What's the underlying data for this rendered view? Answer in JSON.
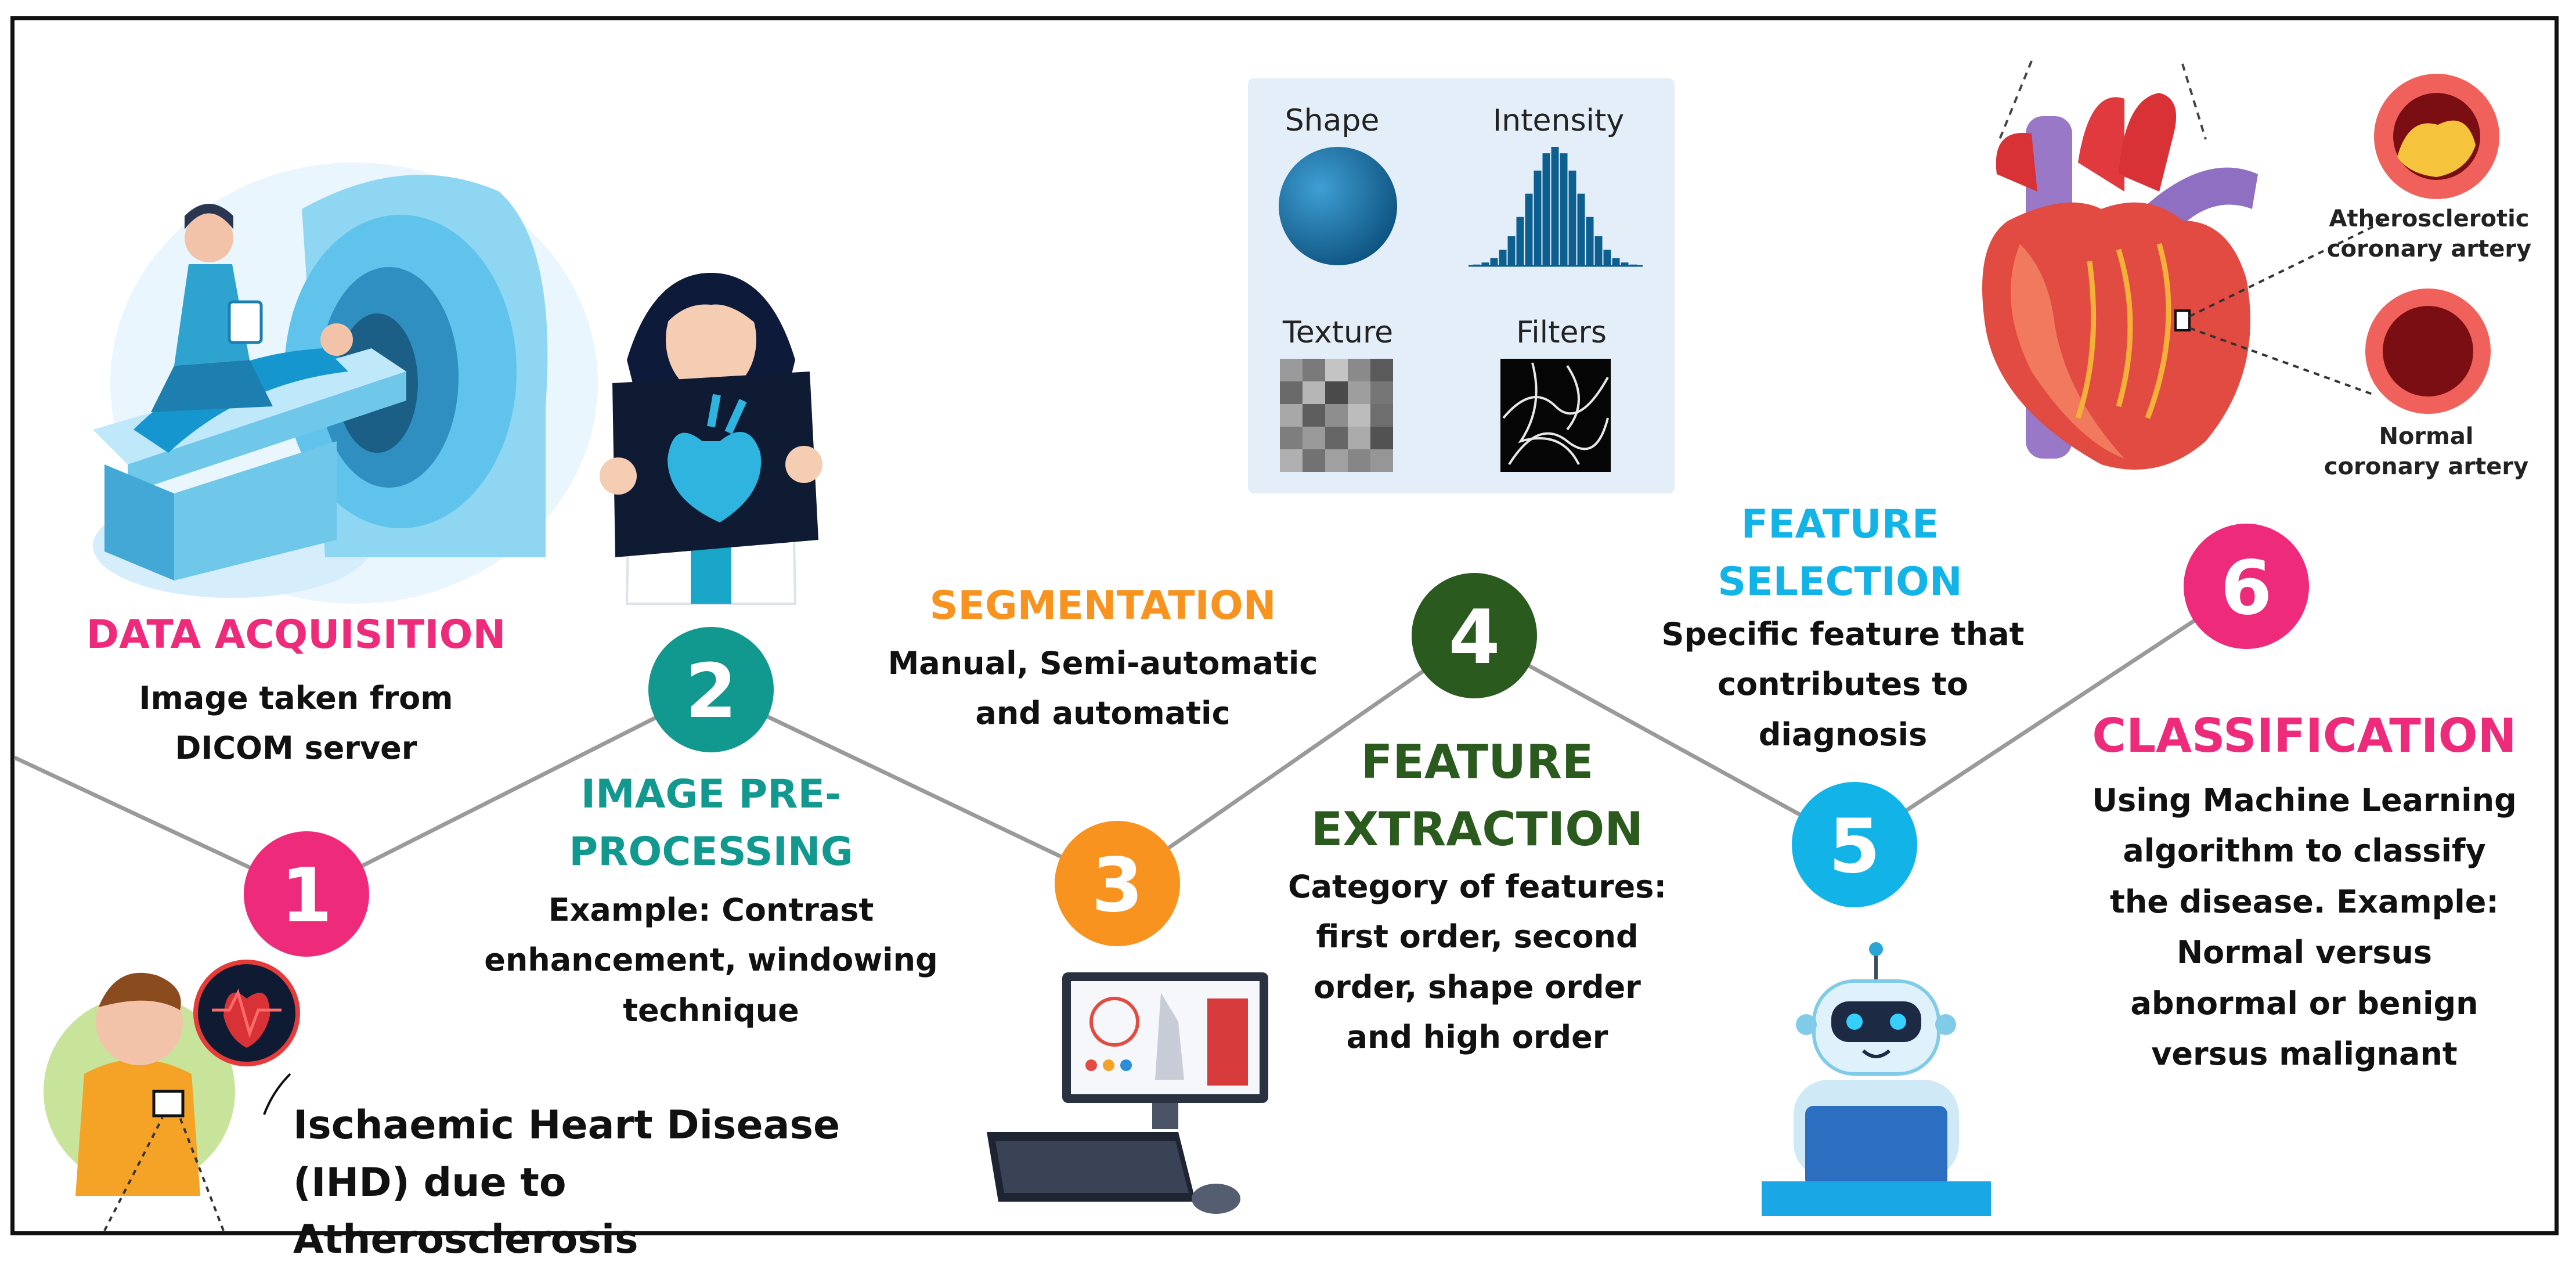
{
  "colors": {
    "pink": "#ee2a7b",
    "teal": "#11988f",
    "orange": "#f7931e",
    "dark_green": "#2b5a1e",
    "sky": "#12b4e8",
    "line": "#9a9a9a"
  },
  "steps": [
    {
      "number": "1",
      "title": "DATA ACQUISITION",
      "description": "Image taken from DICOM server"
    },
    {
      "number": "2",
      "title": "IMAGE PRE-PROCESSING",
      "description": "Example: Contrast enhancement, windowing technique"
    },
    {
      "number": "3",
      "title": "SEGMENTATION",
      "description": "Manual, Semi-automatic and automatic"
    },
    {
      "number": "4",
      "title": "FEATURE EXTRACTION",
      "description": "Category of features: first order, second order, shape order and high order"
    },
    {
      "number": "5",
      "title": "FEATURE SELECTION",
      "description": "Specific feature that contributes to diagnosis"
    },
    {
      "number": "6",
      "title": "CLASSIFICATION",
      "description": "Using Machine Learning algorithm to classify the disease. Example: Normal versus abnormal or benign versus malignant"
    }
  ],
  "disease_caption": "Ischaemic Heart Disease (IHD) due to Atherosclerosis",
  "feature_panel": {
    "shape": "Shape",
    "intensity": "Intensity",
    "texture": "Texture",
    "filters": "Filters"
  },
  "arteries": {
    "atherosclerotic": "Atherosclerotic coronary artery",
    "normal": "Normal coronary artery"
  },
  "icons": [
    "ct-scanner-illustration",
    "doctor-xray-illustration",
    "computer-monitor-illustration",
    "robot-laptop-illustration",
    "heart-anatomy-illustration",
    "chest-pain-patient-illustration"
  ]
}
